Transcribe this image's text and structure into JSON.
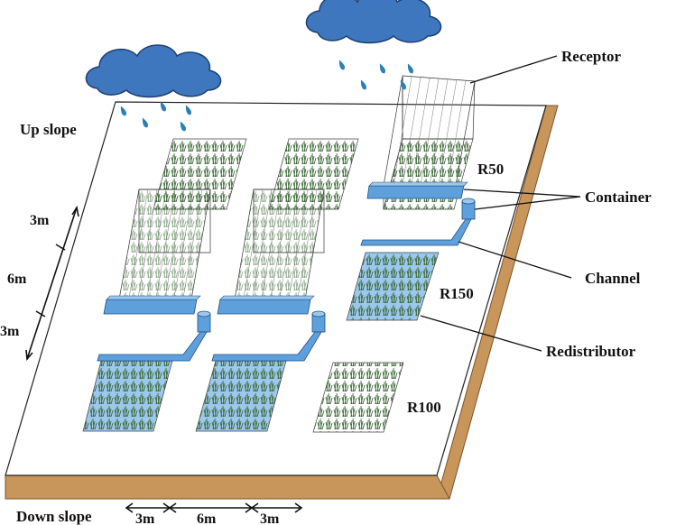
{
  "labels": {
    "up_slope": "Up slope",
    "down_slope": "Down slope",
    "receptor": "Receptor",
    "container": "Container",
    "channel": "Channel",
    "redistributor": "Redistributor",
    "r50": "R50",
    "r100": "R100",
    "r150": "R150"
  },
  "dimensions": {
    "left_top": "3m",
    "left_middle": "6m",
    "left_bottom": "3m",
    "bottom_left": "3m",
    "bottom_middle": "6m",
    "bottom_right": "3m"
  },
  "colors": {
    "soil": "#c8955a",
    "soil_dark": "#a87640",
    "rain_cloud": "#3f77bf",
    "rain_drop": "#2a7fb8",
    "water_blue": "#5ea0dc",
    "grass": "#3f6a3a",
    "plot_blue": "#9cc8ee"
  }
}
